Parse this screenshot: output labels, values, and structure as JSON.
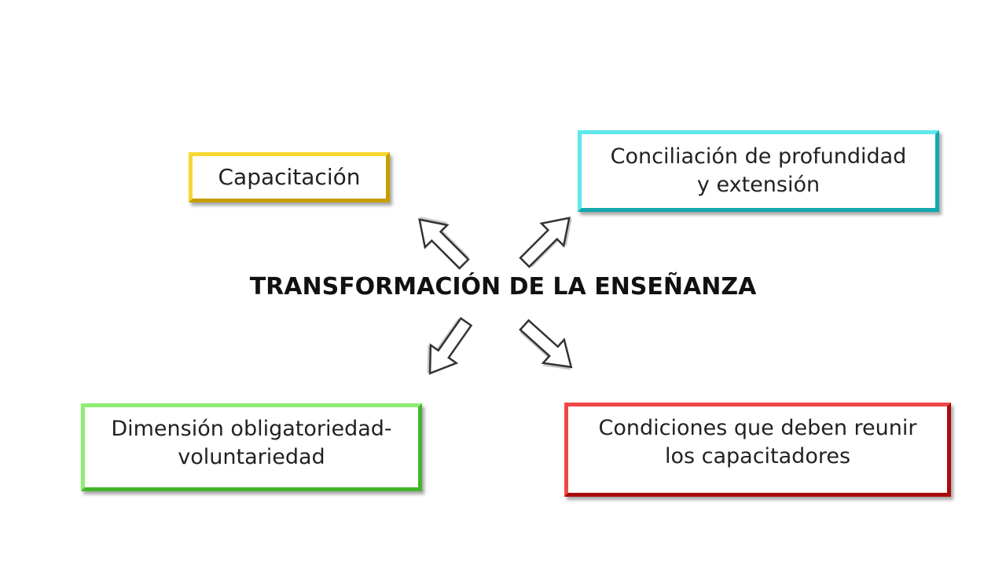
{
  "diagram": {
    "central_title": "TRANSFORMACIÓN DE LA ENSEÑANZA",
    "nodes": {
      "capacitacion": {
        "lines": [
          "Capacitación"
        ],
        "color": "#f2c400"
      },
      "conciliacion": {
        "lines": [
          "Conciliación de profundidad",
          "y extensión"
        ],
        "color": "#22d6dc"
      },
      "dimension": {
        "lines": [
          "Dimensión obligatoriedad-",
          "voluntariedad"
        ],
        "color": "#66e04a"
      },
      "condiciones": {
        "lines": [
          "Condiciones que deben reunir",
          "los capacitadores"
        ],
        "color": "#e01414"
      }
    },
    "edges": [
      {
        "from": "central_title",
        "to": "capacitacion",
        "direction": "up-left"
      },
      {
        "from": "central_title",
        "to": "conciliacion",
        "direction": "up-right"
      },
      {
        "from": "central_title",
        "to": "dimension",
        "direction": "down-left"
      },
      {
        "from": "central_title",
        "to": "condiciones",
        "direction": "down-right"
      }
    ]
  }
}
